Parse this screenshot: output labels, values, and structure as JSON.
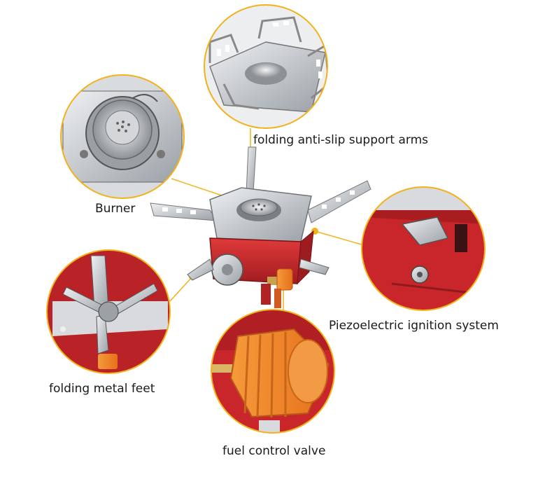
{
  "callouts": {
    "support_arms": "folding anti-slip support arms",
    "burner": "Burner",
    "piezo": "Piezoelectric ignition system",
    "feet": "folding metal feet",
    "valve": "fuel control valve"
  },
  "colors": {
    "stove_red": "#c8262a",
    "valve_orange": "#f0821e",
    "callout_ring": "#f3b21c",
    "steel": "#c9ccd0"
  }
}
